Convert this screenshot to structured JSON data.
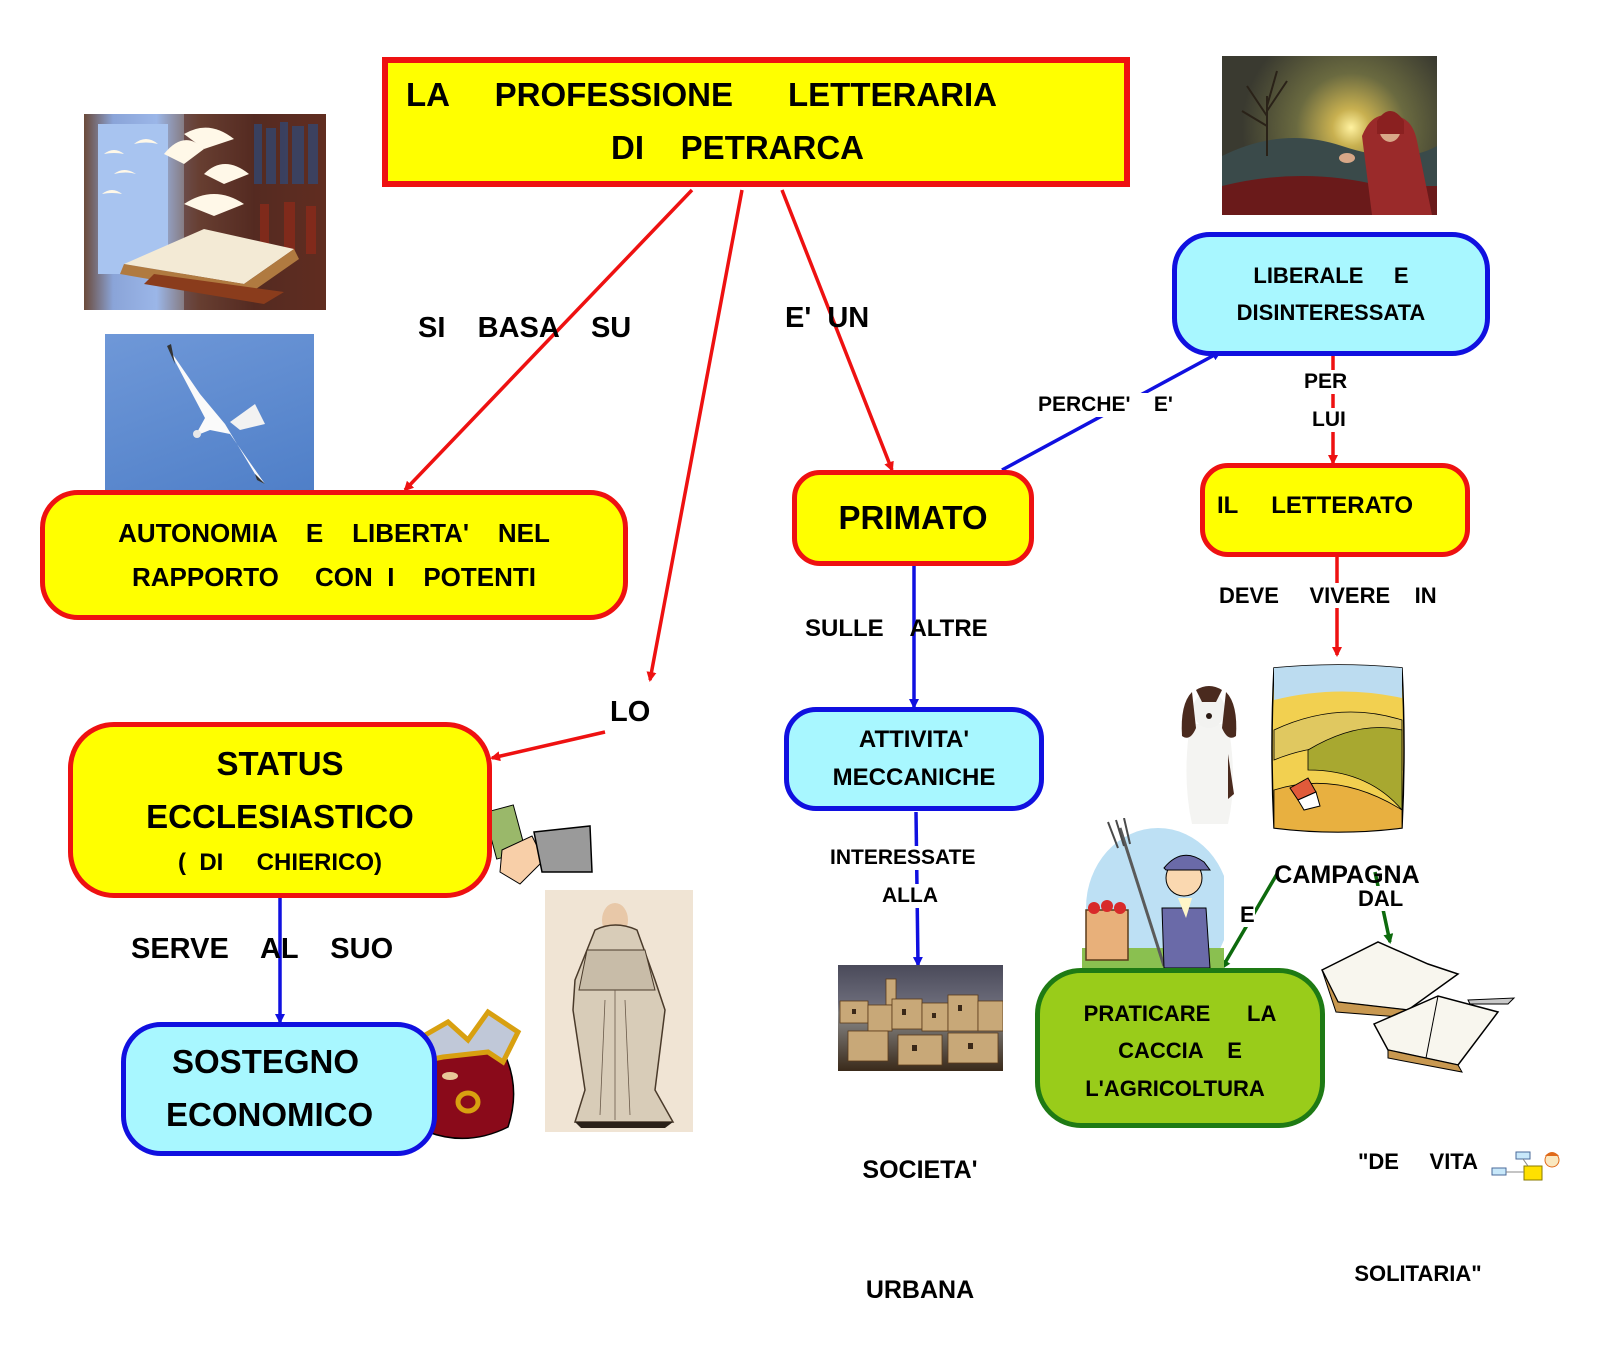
{
  "title": {
    "line1": "LA     PROFESSIONE      LETTERARIA",
    "line2": "DI    PETRARCA"
  },
  "nodes": {
    "autonomia": {
      "line1": "AUTONOMIA    E    LIBERTA'    NEL",
      "line2": "RAPPORTO     CON  I    POTENTI"
    },
    "status": {
      "line1": "STATUS",
      "line2": "ECCLESIASTICO",
      "line3": "(  DI     CHIERICO)"
    },
    "sostegno": {
      "line1": "SOSTEGNO",
      "line2": "ECONOMICO"
    },
    "primato": {
      "line1": "PRIMATO"
    },
    "attivita": {
      "line1": "ATTIVITA'",
      "line2": "MECCANICHE"
    },
    "societa": {
      "line1": "SOCIETA'",
      "line2": "URBANA"
    },
    "liberale": {
      "line1": "LIBERALE     E",
      "line2": "DISINTERESSATA"
    },
    "letterato": {
      "line1": "IL     LETTERATO"
    },
    "campagna": {
      "line1": "CAMPAGNA"
    },
    "praticare": {
      "line1": "PRATICARE      LA",
      "line2": "CACCIA    E",
      "line3": "L'AGRICOLTURA"
    },
    "devita": {
      "line1": "\"DE     VITA",
      "line2": "SOLITARIA\""
    }
  },
  "links": {
    "si_basa_su": "SI    BASA    SU",
    "e_un": "E'  UN",
    "lo": "LO",
    "serve_al_suo": "SERVE    AL    SUO",
    "sulle_altre": "SULLE    ALTRE",
    "interessate": "INTERESSATE",
    "alla": "ALLA",
    "perche_e": "PERCHE'    E'",
    "per": "PER",
    "lui": "LUI",
    "deve_vivere_in": "DEVE     VIVERE    IN",
    "e": "E",
    "dal": "DAL"
  },
  "illustrations": {
    "top_left": "flying-book-painting",
    "seagull": "seagull-photo",
    "petrarch": "petrarch-painting",
    "handshake": "money-handshake-clipart",
    "purse": "purse-clipart",
    "monk": "monk-engraving",
    "town": "hill-town-photo",
    "dog": "spaniel-photo",
    "fields": "countryside-clipart",
    "farmer": "farmer-clipart",
    "books": "open-books-clipart",
    "logo": "concept-map-logo"
  },
  "colors": {
    "yellow_fill": "#ffff00",
    "red_border": "#ee1111",
    "cyan_fill": "#a8f7ff",
    "blue_border": "#1010e0",
    "green_fill": "#99cc1a",
    "green_border": "#1e7a14"
  }
}
